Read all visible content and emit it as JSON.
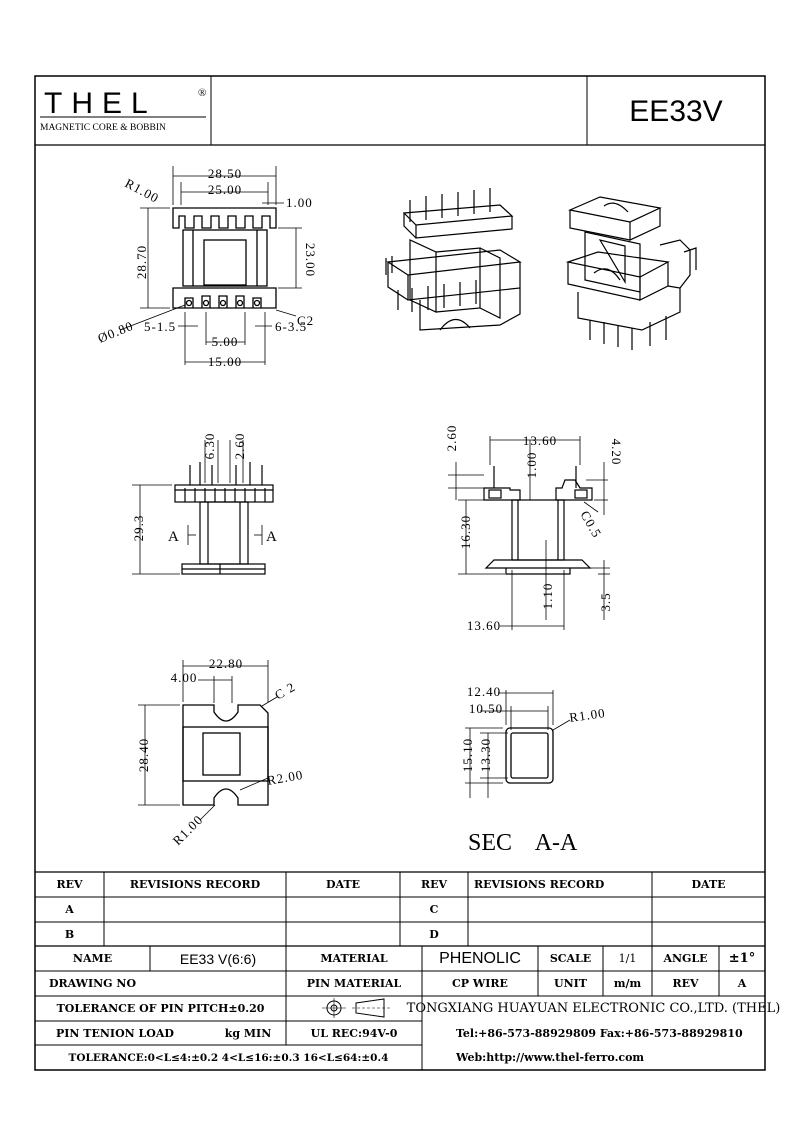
{
  "header": {
    "logo_text": "THEL",
    "logo_mark": "®",
    "logo_subtitle": "MAGNETIC CORE & BOBBIN",
    "part_number": "EE33V"
  },
  "dims": {
    "top": {
      "w_outer": "28.50",
      "w_inner": "25.00",
      "pin_gap": "1.00",
      "radius": "R1.00",
      "height": "28.70",
      "inner_height": "23.00",
      "chamfer": "C2",
      "pin_dia": "Ø0.80",
      "left_pins": "5-1.5",
      "right_pins": "6-3.5",
      "center_w": "5.00",
      "span": "15.00"
    },
    "front": {
      "pin_len": "6.30",
      "pin_w": "2.60",
      "height": "29.3",
      "sec_left": "A",
      "sec_right": "A"
    },
    "side": {
      "top_dim": "2.60",
      "width": "13.60",
      "step": "1.00",
      "right_dim": "4.20",
      "chamfer": "C0.5",
      "height": "16.30",
      "flange": "1.10",
      "pin_off": "3.5",
      "bottom_w": "13.60"
    },
    "bottom": {
      "width": "22.80",
      "slot": "4.00",
      "chamfer": "C 2",
      "height": "28.40",
      "r_big": "R2.00",
      "r_small": "R1.00"
    },
    "section": {
      "w_outer": "12.40",
      "w_inner": "10.50",
      "radius": "R1.00",
      "h_outer": "15.10",
      "h_inner": "13.30",
      "label": "SEC    A-A"
    }
  },
  "table": {
    "rev_header": "REV",
    "records_header": "REVISIONS RECORD",
    "date_header": "DATE",
    "rev_a": "A",
    "rev_b": "B",
    "rev_c": "C",
    "rev_d": "D",
    "name_label": "NAME",
    "name_value": "EE33 V(6:6)",
    "material_label": "MATERIAL",
    "material_value": "PHENOLIC",
    "scale_label": "SCALE",
    "scale_value": "1/1",
    "angle_label": "ANGLE",
    "angle_value": "±1°",
    "drawing_no_label": "DRAWING NO",
    "pin_material_label": "PIN MATERIAL",
    "pin_material_value": "CP WIRE",
    "unit_label": "UNIT",
    "unit_value": "m/m",
    "rev_label": "REV",
    "rev_value": "A",
    "tolerance_pitch": "TOLERANCE OF PIN PITCH±0.20",
    "company": "TONGXIANG HUAYUAN ELECTRONIC CO.,LTD.  (THEL)",
    "pin_tenion": "PIN TENION LOAD",
    "kg_min": "kg MIN",
    "ul_rec": "UL REC:94V-0",
    "contact": "Tel:+86-573-88929809 Fax:+86-573-88929810",
    "tolerance": "TOLERANCE:0<L≤4:±0.2  4<L≤16:±0.3  16<L≤64:±0.4",
    "web": "Web:http://www.thel-ferro.com"
  }
}
